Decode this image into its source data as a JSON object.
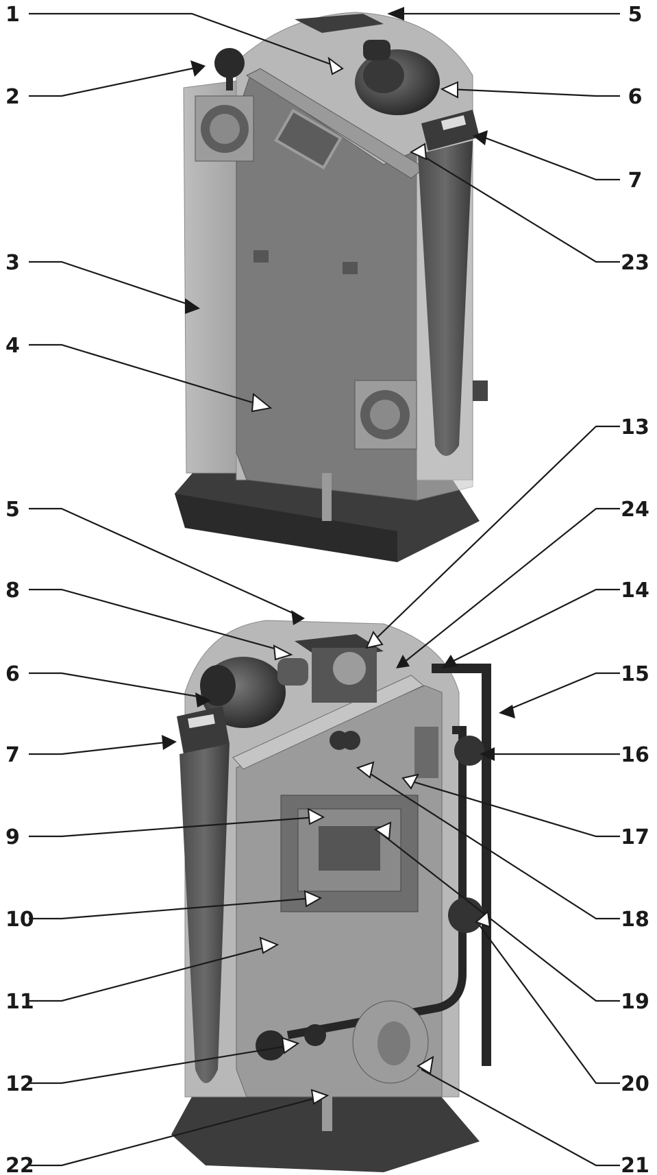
{
  "callouts": {
    "c1": "1",
    "c2": "2",
    "c3": "3",
    "c4": "4",
    "c5a": "5",
    "c6a": "6",
    "c7a": "7",
    "c23": "23",
    "c13": "13",
    "c24": "24",
    "c5b": "5",
    "c14": "14",
    "c8": "8",
    "c15": "15",
    "c6b": "6",
    "c7b": "7",
    "c16": "16",
    "c9": "9",
    "c17": "17",
    "c10": "10",
    "c18": "18",
    "c11": "11",
    "c19": "19",
    "c12": "12",
    "c20": "20",
    "c22": "22",
    "c21": "21"
  },
  "colors": {
    "ink": "#1a1a1a",
    "background": "#ffffff"
  }
}
